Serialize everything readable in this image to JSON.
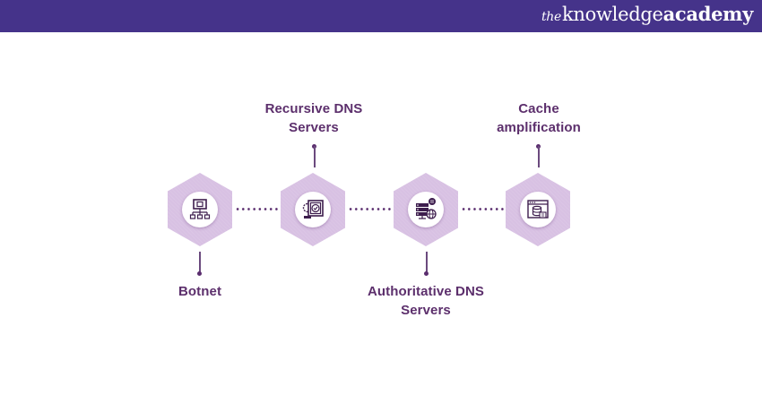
{
  "header": {
    "brand_prefix": "the",
    "brand_main": "knowledge",
    "brand_suffix": "academy",
    "color": "#45338a"
  },
  "diagram": {
    "title": "",
    "nodes": [
      {
        "id": "botnet",
        "label_line1": "Botnet",
        "label_line2": "",
        "icon": "network-computer-icon",
        "label_position": "below"
      },
      {
        "id": "recursive-dns",
        "label_line1": "Recursive DNS",
        "label_line2": "Servers",
        "icon": "server-safe-check-icon",
        "label_position": "above"
      },
      {
        "id": "authoritative-dns",
        "label_line1": "Authoritative DNS",
        "label_line2": "Servers",
        "icon": "server-globe-chat-icon",
        "label_position": "below"
      },
      {
        "id": "cache-amplification",
        "label_line1": "Cache",
        "label_line2": "amplification",
        "icon": "browser-database-icon",
        "label_position": "above"
      }
    ],
    "connector_style": "dotted",
    "colors": {
      "hexagon": "#d8c1e3",
      "text": "#5c2f6c",
      "connector": "#5a2d6e"
    }
  }
}
